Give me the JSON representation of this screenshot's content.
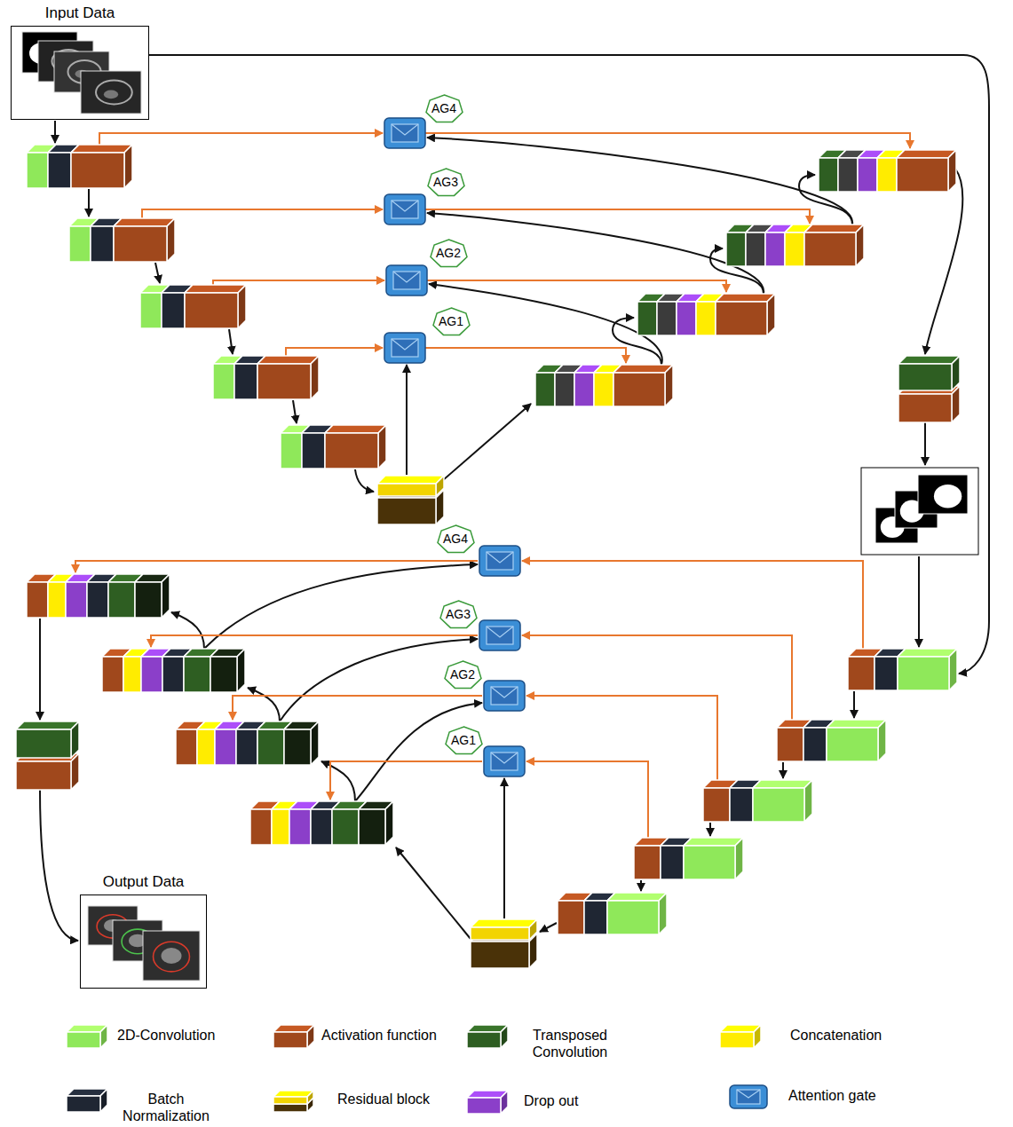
{
  "diagram": {
    "nodes": [
      {
        "text": [
          "Input Data"
        ]
      },
      {
        "text": [
          "AG4"
        ]
      },
      {
        "text": [
          "AG3"
        ]
      },
      {
        "text": [
          "AG2"
        ]
      },
      {
        "text": [
          "AG1"
        ]
      },
      {
        "text": [
          "AG4"
        ]
      },
      {
        "text": [
          "AG3"
        ]
      },
      {
        "text": [
          "AG2"
        ]
      },
      {
        "text": [
          "AG1"
        ]
      },
      {
        "text": [
          "Output Data"
        ]
      }
    ],
    "legend": [
      {
        "text": "2D-Convolution",
        "color": "#8fe85a"
      },
      {
        "text": "Activation function",
        "color": "#a0481c"
      },
      {
        "text": "Transposed Convolution",
        "color": "#2e5e22"
      },
      {
        "text": "Concatenation",
        "color": "#ffec00"
      },
      {
        "text": "Batch Normalization",
        "color": "#1f2633"
      },
      {
        "text": "Residual block"
      },
      {
        "text": "Drop out",
        "color": "#8b3fc9"
      },
      {
        "text": "Attention gate",
        "color": "#3b8ed6"
      }
    ]
  }
}
